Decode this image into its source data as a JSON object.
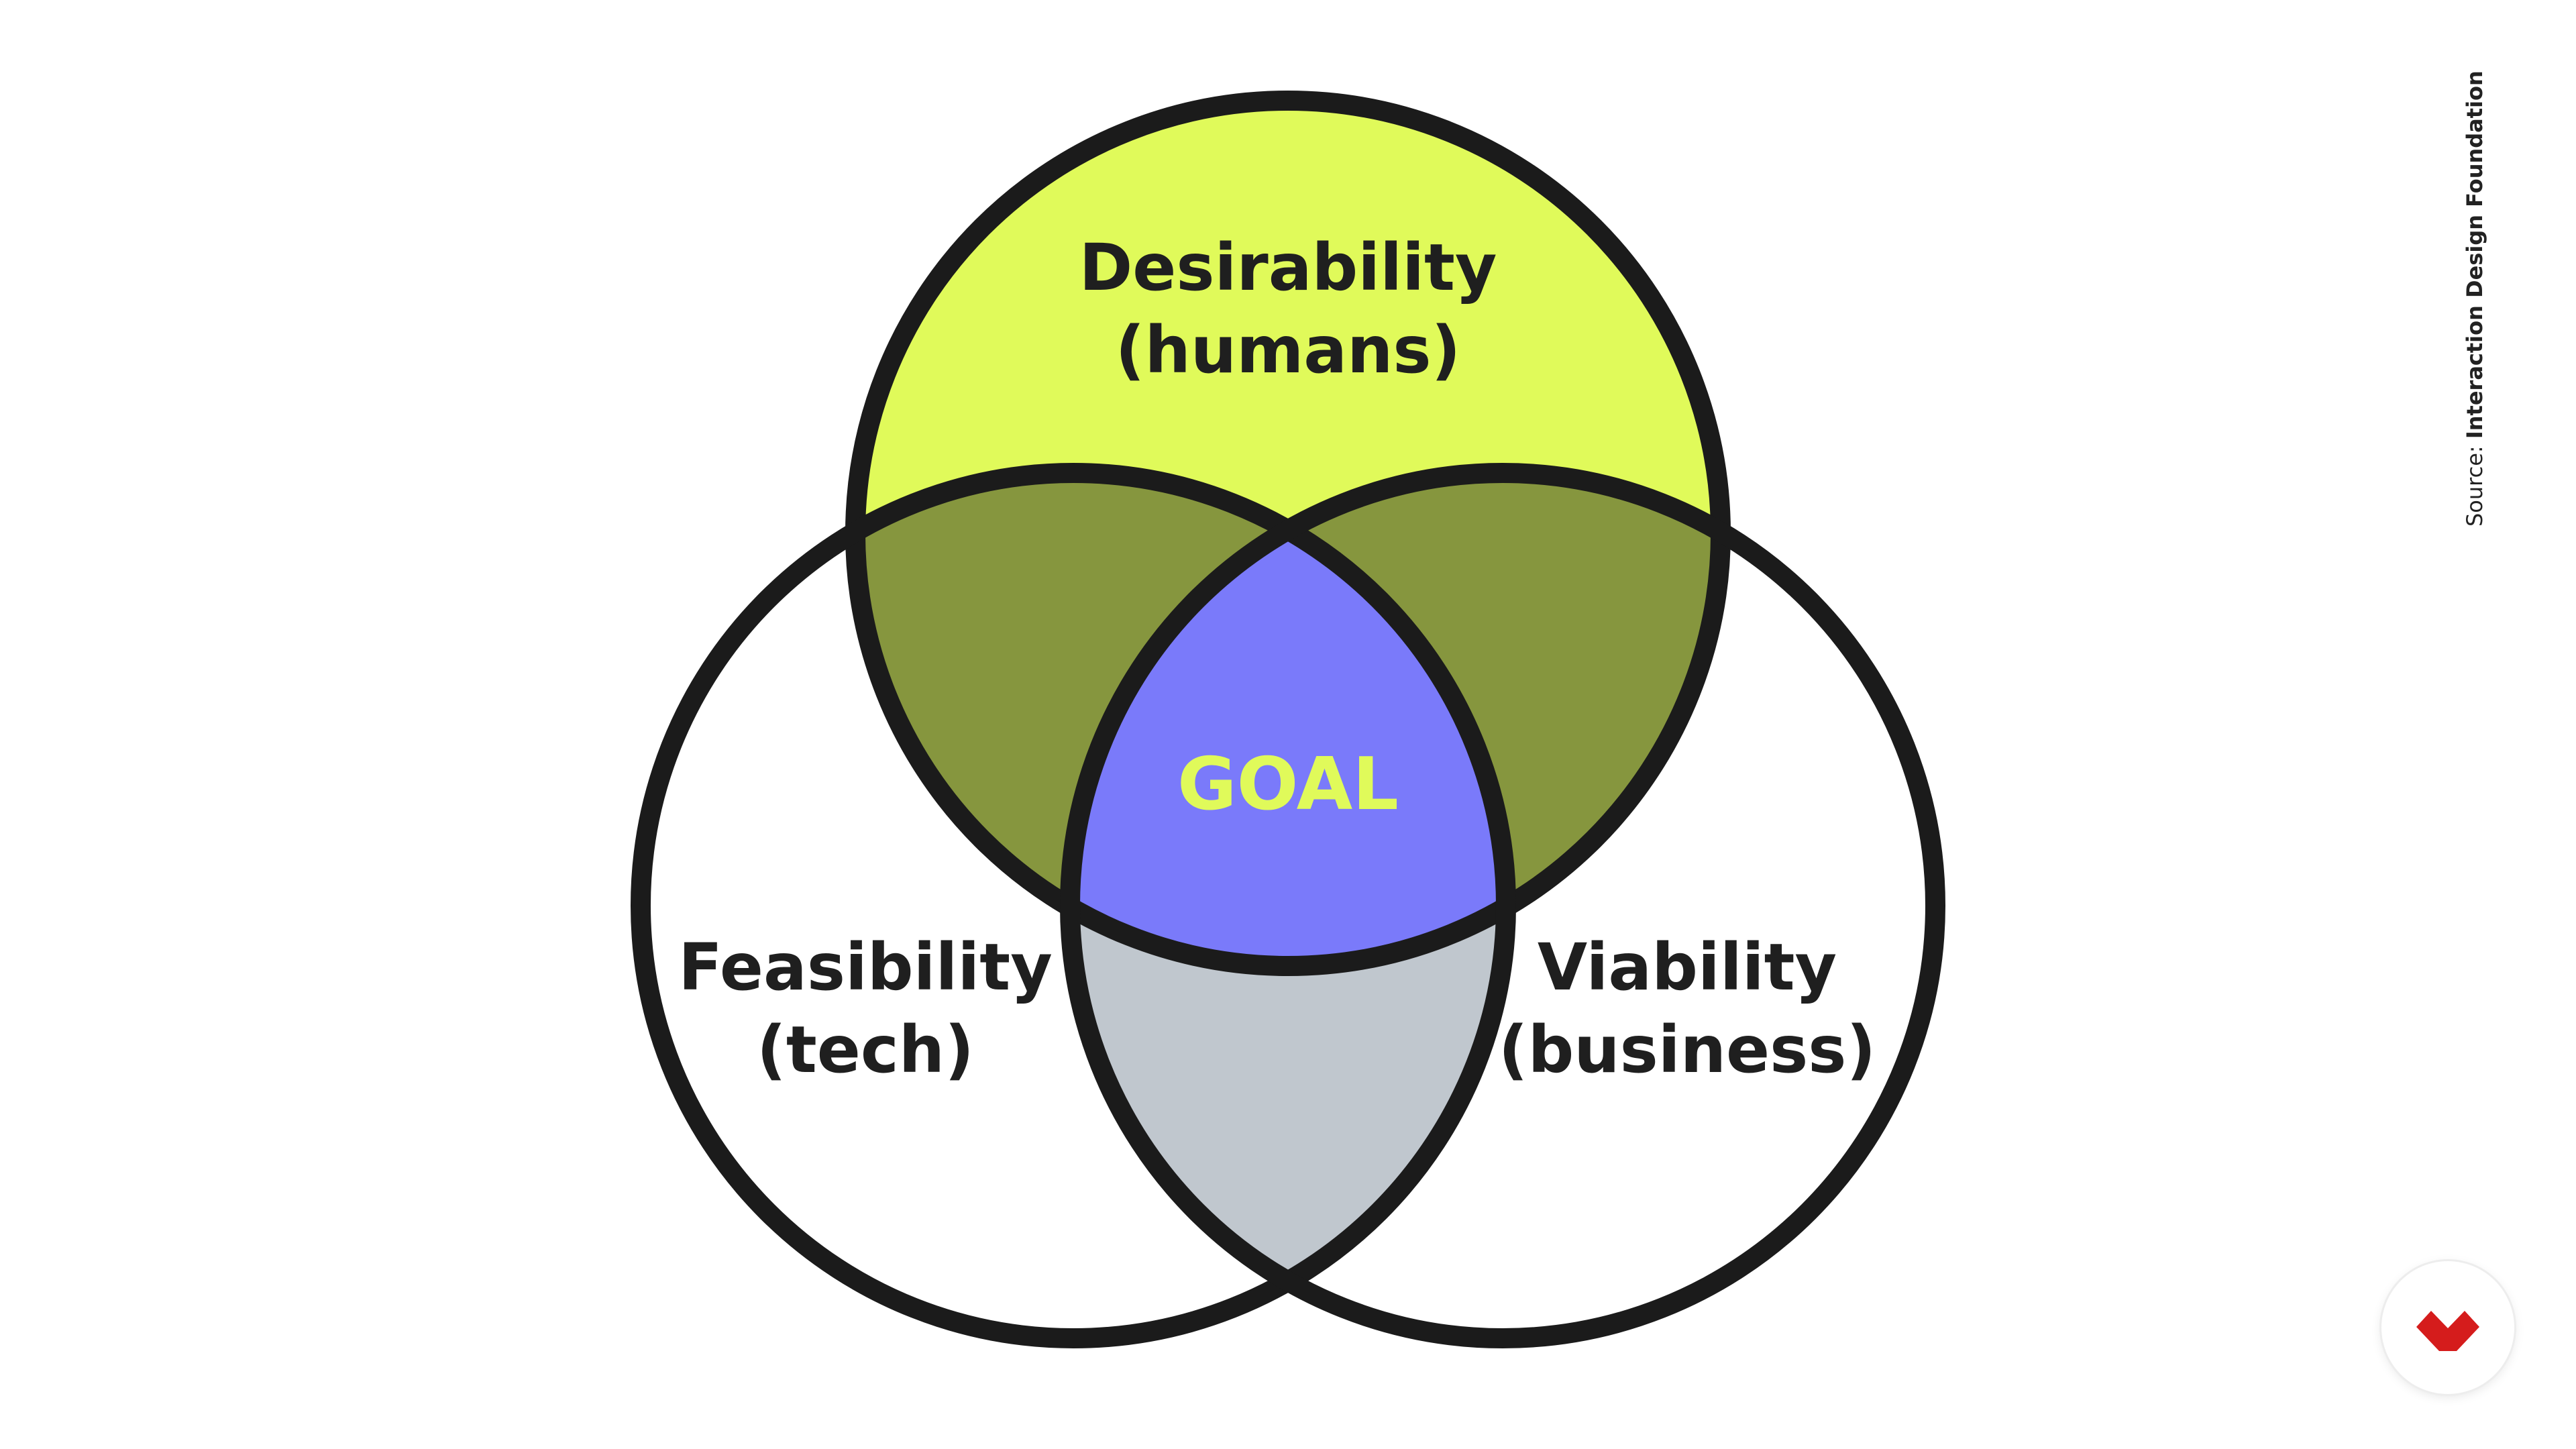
{
  "diagram": {
    "top_title": "Desirability",
    "top_subtitle": "(humans)",
    "left_title": "Feasibility",
    "left_subtitle": "(tech)",
    "right_title": "Viability",
    "right_subtitle": "(business)",
    "center_label": "GOAL"
  },
  "source": {
    "prefix": "Source: ",
    "name": "Interaction Design Foundation"
  },
  "colors": {
    "desirability_fill": "#e0fa5a",
    "overlap_desirability": "#86963e",
    "overlap_feasibility_viability": "#c0c7ce",
    "goal_fill": "#7a7afa",
    "goal_text": "#e0fa5a",
    "outline": "#1b1b1b",
    "logo": "#d51c1c"
  },
  "logo": {
    "icon": "brand-logo-icon"
  }
}
